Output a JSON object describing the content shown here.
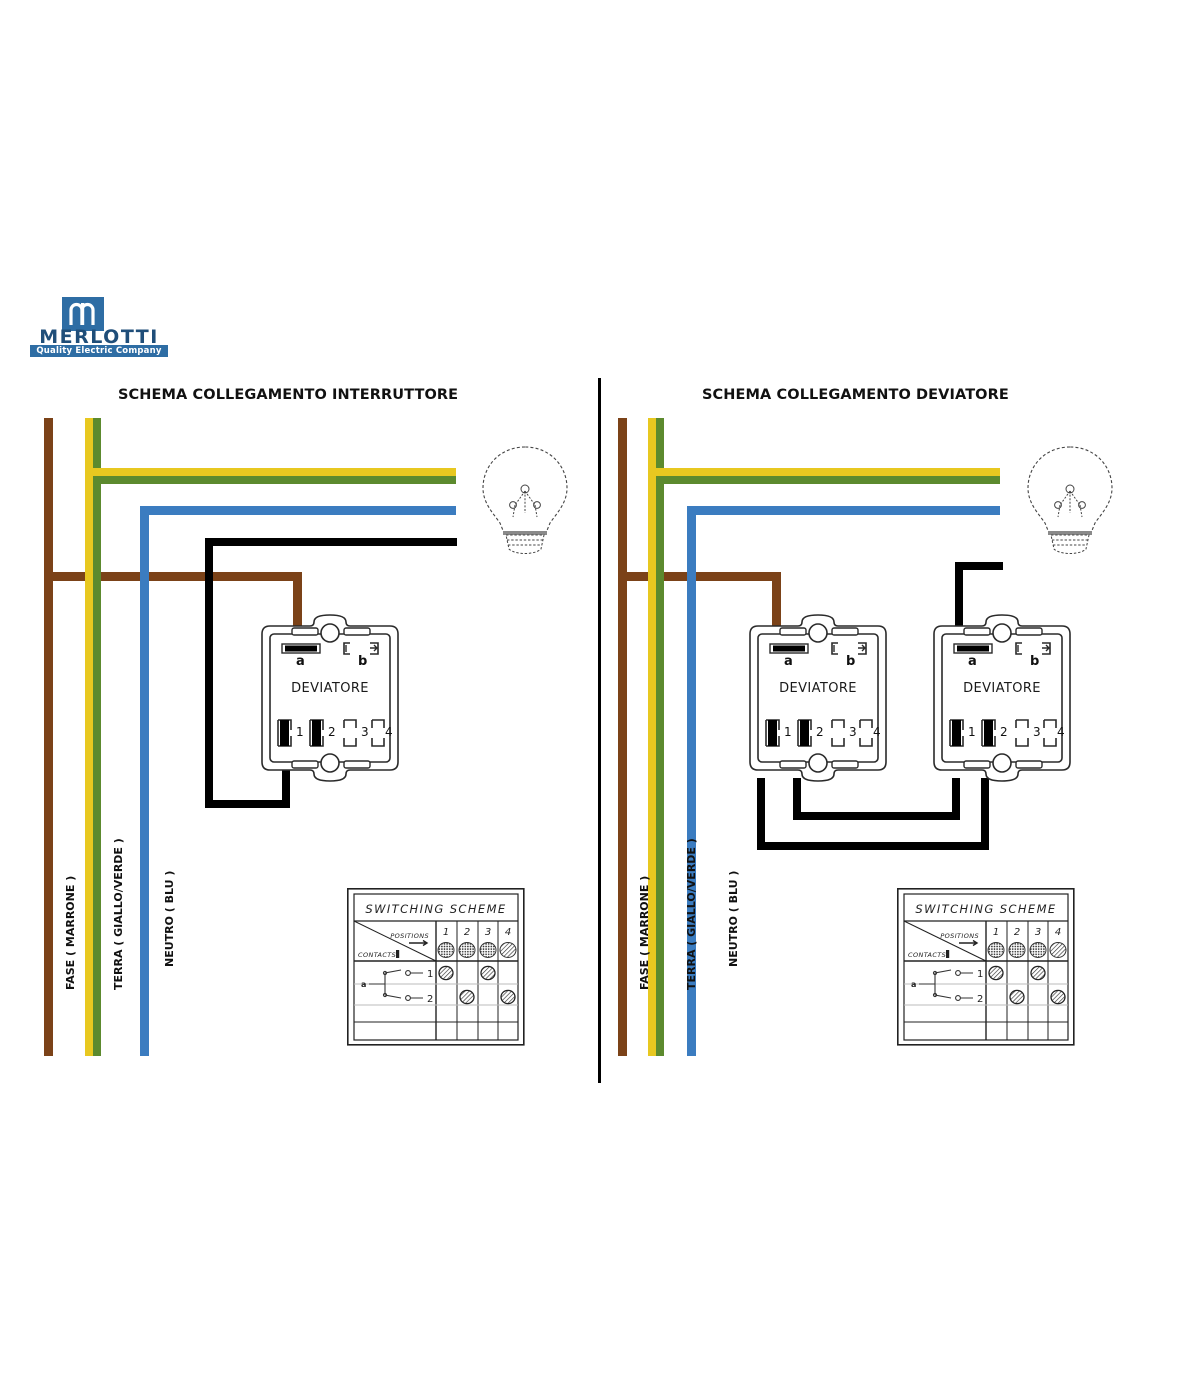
{
  "logo": {
    "mark": "merlotti-m-mark",
    "wordmark": "MERLOTTI",
    "tagline": "Quality Electric Company",
    "mark_color": "#2E6DA4",
    "wordmark_color": "#1F4E79",
    "tagline_bg": "#2E6DA4"
  },
  "panels": [
    {
      "id": "interruttore",
      "title": "SCHEMA COLLEGAMENTO INTERRUTTORE",
      "devices": [
        {
          "name": "DEVIATORE",
          "top_terminals": [
            "a",
            "b"
          ],
          "bottom_terminals": [
            "1",
            "2",
            "3",
            "4"
          ]
        }
      ],
      "wire_labels": [
        {
          "text": "FASE ( MARRONE )",
          "color": "#7B4218"
        },
        {
          "text": "TERRA ( GIALLO/VERDE )",
          "color": "#E8C820"
        },
        {
          "text": "NEUTRO ( BLU )",
          "color": "#3B7CC0"
        }
      ],
      "load": "light-bulb"
    },
    {
      "id": "deviatore",
      "title": "SCHEMA COLLEGAMENTO DEVIATORE",
      "devices": [
        {
          "name": "DEVIATORE",
          "top_terminals": [
            "a",
            "b"
          ],
          "bottom_terminals": [
            "1",
            "2",
            "3",
            "4"
          ]
        },
        {
          "name": "DEVIATORE",
          "top_terminals": [
            "a",
            "b"
          ],
          "bottom_terminals": [
            "1",
            "2",
            "3",
            "4"
          ]
        }
      ],
      "wire_labels": [
        {
          "text": "FASE ( MARRONE )",
          "color": "#7B4218"
        },
        {
          "text": "TERRA ( GIALLO/VERDE )",
          "color": "#E8C820"
        },
        {
          "text": "NEUTRO ( BLU )",
          "color": "#3B7CC0"
        }
      ],
      "load": "light-bulb"
    }
  ],
  "wire_colors": {
    "phase_brown": "#7B4218",
    "earth_yellow": "#E8C820",
    "earth_green": "#5C8A2E",
    "neutral_blue": "#3B7CC0",
    "switched_black": "#000000"
  },
  "switching_scheme": {
    "title": "SWITCHING SCHEME",
    "positions_label": "POSITIONS",
    "contacts_label": "CONTACTS",
    "contact_terminal": "a",
    "positions": [
      "1",
      "2",
      "3",
      "4"
    ],
    "contacts": [
      "1",
      "2"
    ],
    "matrix": [
      [
        true,
        false,
        true,
        false
      ],
      [
        false,
        true,
        false,
        true
      ]
    ]
  }
}
